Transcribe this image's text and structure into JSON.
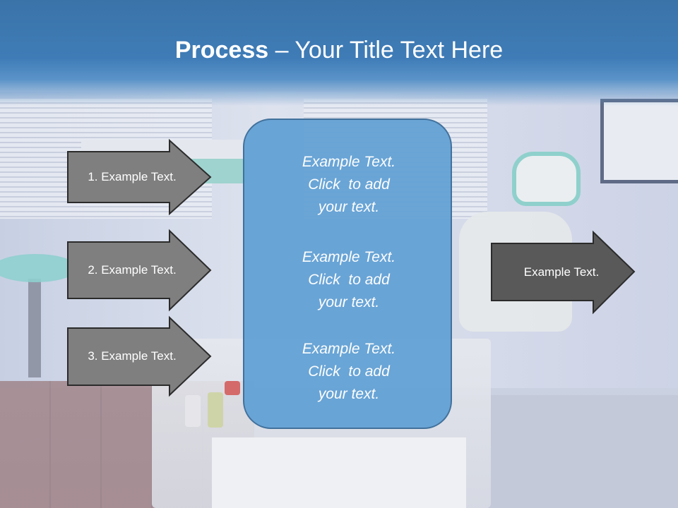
{
  "slide": {
    "title_bold": "Process",
    "title_rest": " – Your Title Text Here"
  },
  "left_steps": [
    {
      "label": "1. Example Text."
    },
    {
      "label": "2. Example Text."
    },
    {
      "label": "3. Example Text."
    }
  ],
  "center_box": {
    "paragraphs": [
      {
        "line1": "Example Text.",
        "line2": "Click  to add",
        "line3": "your text."
      },
      {
        "line1": "Example Text.",
        "line2": "Click  to add",
        "line3": "your text."
      },
      {
        "line1": "Example Text.",
        "line2": "Click  to add",
        "line3": "your text."
      }
    ]
  },
  "result_arrow": {
    "label": "Example Text."
  },
  "colors": {
    "banner": "#3f7cb7",
    "center_fill": "#66a3d6",
    "left_arrow_fill": "#7f7f7f",
    "right_arrow_fill": "#595959",
    "text": "#ffffff"
  }
}
